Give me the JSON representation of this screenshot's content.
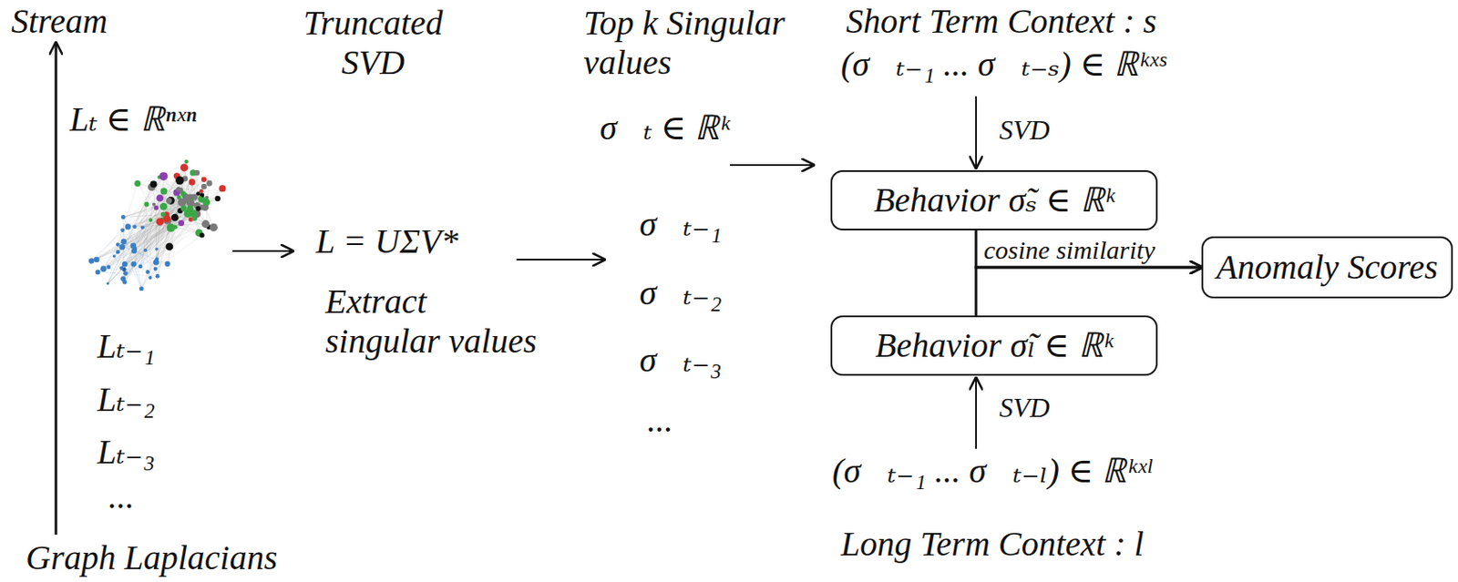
{
  "diagram": {
    "nodes": [
      {
        "text": [
          "Behavior σ̃ₛ ∈ ℝᵏ"
        ]
      },
      {
        "text": [
          "Anomaly Scores"
        ]
      },
      {
        "text": [
          "Behavior σ̃ₗ ∈ ℝᵏ"
        ]
      }
    ],
    "edges": [
      {
        "from": 0,
        "to": 1,
        "label": "cosine similarity",
        "arrow": "to"
      },
      {
        "from": 2,
        "to": 1,
        "arrow": "to"
      }
    ],
    "labels": [
      "Stream",
      "Lₜ ∈ ℝⁿˣⁿ",
      "Lₜ₋₁",
      "Lₜ₋₂",
      "Lₜ₋₃",
      "...",
      "Graph Laplacians",
      "Truncated SVD",
      "L = UΣV*",
      "Extract singular values",
      "Top k Singular values",
      "σ⃗ₜ ∈ ℝᵏ",
      "σ⃗ₜ₋₁",
      "σ⃗ₜ₋₂",
      "σ⃗ₜ₋₃",
      "...",
      "Short Term Context : s",
      "(σ⃗ₜ₋₁ ... σ⃗ₜ₋ₛ) ∈ ℝᵏˣˢ",
      "SVD",
      "SVD",
      "(σ⃗ₜ₋₁ ... σ⃗ₜ₋ₗ) ∈ ℝᵏˣˡ",
      "Long Term Context : l"
    ]
  }
}
